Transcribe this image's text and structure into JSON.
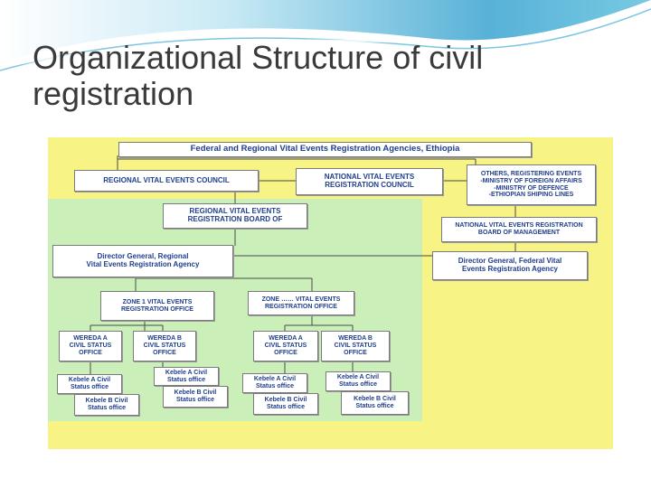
{
  "slide": {
    "title": "Organizational Structure of civil registration"
  },
  "colors": {
    "chart_background": "#f7f384",
    "regional_area": "#cbefb8",
    "box_text": "#1f3e8c",
    "banner": "#3aa4d0"
  },
  "chart": {
    "header": "Federal and Regional Vital Events Registration Agencies, Ethiopia",
    "regional_council": "REGIONAL VITAL EVENTS COUNCIL",
    "national_council": "NATIONAL VITAL EVENTS\nREGISTRATION COUNCIL",
    "others": "OTHERS, REGISTERING EVENTS\n-MINISTRY OF FOREIGN AFFAIRS\n-MINISTRY OF DEFENCE\n-ETHIOPIAN SHIPING LINES",
    "regional_board": "REGIONAL VITAL EVENTS\nREGISTRATION BOARD OF",
    "national_board": "NATIONAL VITAL EVENTS REGISTRATION\nBOARD OF MANAGEMENT",
    "regional_dg": "Director General, Regional\nVital Events Registration Agency",
    "federal_dg": "Director General, Federal Vital\nEvents Registration Agency",
    "zone_1": "ZONE 1 VITAL EVENTS\nREGISTRATION OFFICE",
    "zone_n": "ZONE …… VITAL EVENTS\nREGISTRATION OFFICE",
    "wereda_a": "WEREDA A\nCIVIL STATUS\nOFFICE",
    "wereda_b": "WEREDA B\nCIVIL STATUS\nOFFICE",
    "kebele_a": "Kebele A Civil\nStatus office",
    "kebele_b": "Kebele B Civil\nStatus office"
  }
}
